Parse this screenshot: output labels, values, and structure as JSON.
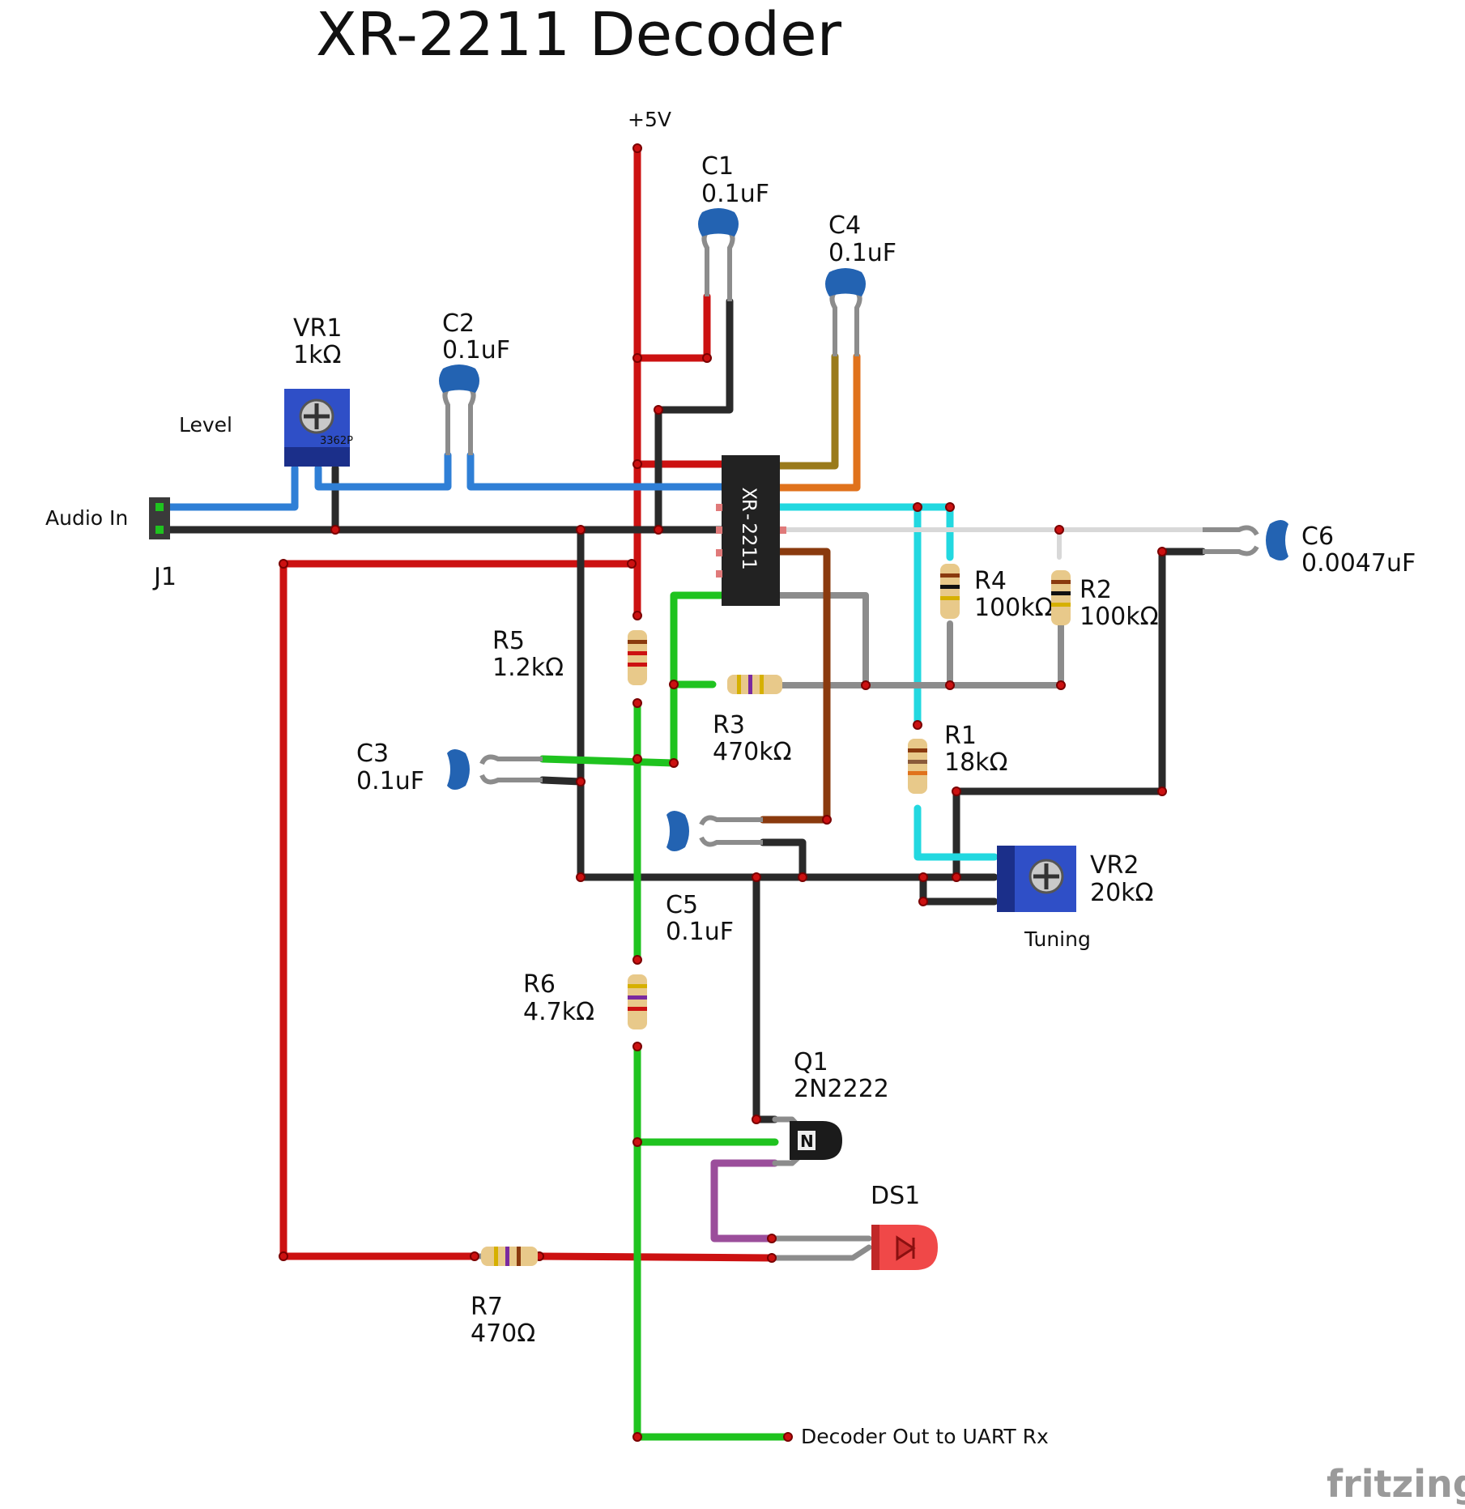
{
  "title": "XR-2211 Decoder",
  "net_labels": {
    "vcc": "+5V",
    "input": "Audio In",
    "output": "Decoder Out to UART Rx"
  },
  "components": {
    "j1": {
      "ref": "J1"
    },
    "vr1": {
      "ref": "VR1",
      "value": "1kΩ",
      "note": "Level",
      "knob_text": "3362P"
    },
    "vr2": {
      "ref": "VR2",
      "value": "20kΩ",
      "note": "Tuning"
    },
    "u1": {
      "part": "XR-2211"
    },
    "c1": {
      "ref": "C1",
      "value": "0.1uF"
    },
    "c2": {
      "ref": "C2",
      "value": "0.1uF"
    },
    "c3": {
      "ref": "C3",
      "value": "0.1uF"
    },
    "c4": {
      "ref": "C4",
      "value": "0.1uF"
    },
    "c5": {
      "ref": "C5",
      "value": "0.1uF"
    },
    "c6": {
      "ref": "C6",
      "value": "0.0047uF"
    },
    "r1": {
      "ref": "R1",
      "value": "18kΩ"
    },
    "r2": {
      "ref": "R2",
      "value": "100kΩ"
    },
    "r3": {
      "ref": "R3",
      "value": "470kΩ"
    },
    "r4": {
      "ref": "R4",
      "value": "100kΩ"
    },
    "r5": {
      "ref": "R5",
      "value": "1.2kΩ"
    },
    "r6": {
      "ref": "R6",
      "value": "4.7kΩ"
    },
    "r7": {
      "ref": "R7",
      "value": "470Ω"
    },
    "q1": {
      "ref": "Q1",
      "value": "2N2222",
      "mark": "N"
    },
    "ds1": {
      "ref": "DS1"
    }
  },
  "wire_colors": {
    "power": "#cc1111",
    "ground": "#2a2a2a",
    "signal_blue": "#2f7fd6",
    "signal_green": "#1fc31f",
    "cyan": "#22d8e0",
    "orange": "#e0721c",
    "olive": "#9a7a1a",
    "brown": "#8a3a0e",
    "grey": "#8c8c8c",
    "purple": "#9b4e9b",
    "light": "#d8d8d8"
  },
  "watermark": "fritzing"
}
